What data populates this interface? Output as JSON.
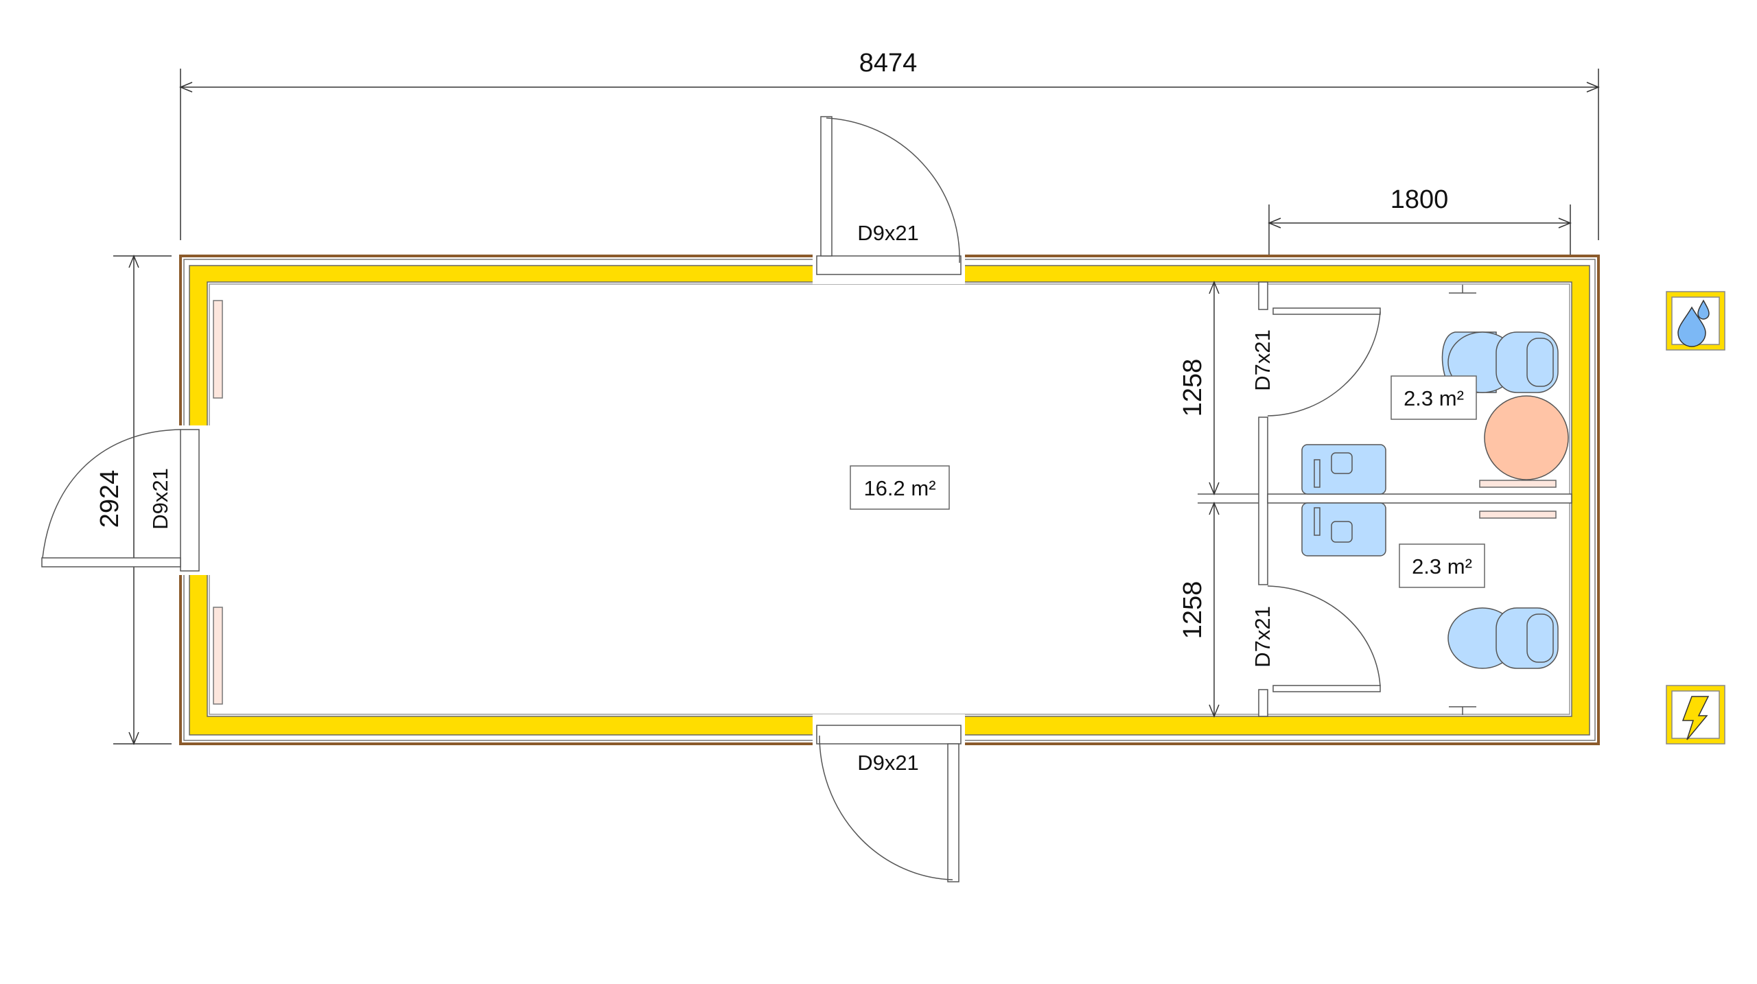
{
  "plan": {
    "dimensions": {
      "overall_length": "8474",
      "overall_width": "2924",
      "wc_block_length": "1800",
      "wc_upper_depth": "1258",
      "wc_lower_depth": "1258"
    },
    "doors": {
      "top_entry": "D9x21",
      "bottom_entry": "D9x21",
      "left_entry": "D9x21",
      "wc_upper": "D7x21",
      "wc_lower": "D7x21"
    },
    "rooms": {
      "main_area": "16.2 m²",
      "wc_upper_area": "2.3 m²",
      "wc_lower_area": "2.3 m²"
    },
    "legend": {
      "water_icon": "water-drops-icon",
      "power_icon": "lightning-bolt-icon"
    }
  },
  "colors": {
    "insulation": "#FFDD00",
    "outer_cladding": "#8B5A2B",
    "fixture": "#B8DCFF",
    "boiler": "#FFC4A6",
    "heater": "#FDE6DD"
  }
}
